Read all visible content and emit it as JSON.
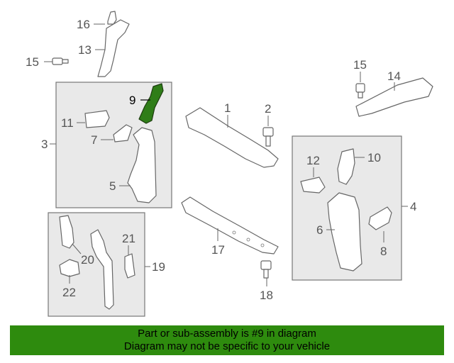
{
  "callouts": {
    "c1": "1",
    "c2": "2",
    "c3": "3",
    "c4": "4",
    "c5": "5",
    "c6": "6",
    "c7": "7",
    "c8": "8",
    "c9": "9",
    "c10": "10",
    "c11": "11",
    "c12": "12",
    "c13": "13",
    "c14": "14",
    "c15a": "15",
    "c15b": "15",
    "c16": "16",
    "c17": "17",
    "c18": "18",
    "c19": "19",
    "c20": "20",
    "c21": "21",
    "c22": "22"
  },
  "highlight": {
    "part_number": "9",
    "color": "#2e8b0e"
  },
  "banner": {
    "line1": "Part or sub-assembly is #9 in diagram",
    "line2": "Diagram may not be specific to your vehicle"
  }
}
